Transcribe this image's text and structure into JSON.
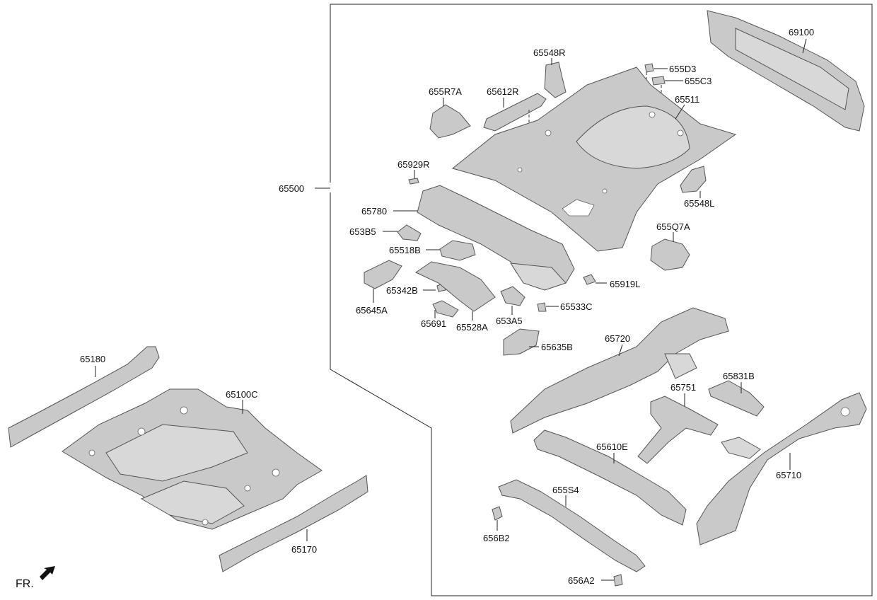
{
  "group_label": "65500",
  "orientation": {
    "label": "FR.",
    "icon": "arrow-icon"
  },
  "part_labels": {
    "p69100": "69100",
    "p65548R": "65548R",
    "p655D3": "655D3",
    "p655C3": "655C3",
    "p655R7A": "655R7A",
    "p65612R": "65612R",
    "p65511": "65511",
    "p65929R": "65929R",
    "p65548L": "65548L",
    "p65780": "65780",
    "p653B5": "653B5",
    "p655Q7A": "655Q7A",
    "p65518B": "65518B",
    "p65919L": "65919L",
    "p65342B": "65342B",
    "p65645A": "65645A",
    "p65533C": "65533C",
    "p65691": "65691",
    "p65528A": "65528A",
    "p653A5": "653A5",
    "p65635B": "65635B",
    "p65720": "65720",
    "p65831B": "65831B",
    "p65751": "65751",
    "p65610E": "65610E",
    "p65710": "65710",
    "p655S4": "655S4",
    "p656B2": "656B2",
    "p656A2": "656A2",
    "p65180": "65180",
    "p65100C": "65100C",
    "p65170": "65170"
  }
}
